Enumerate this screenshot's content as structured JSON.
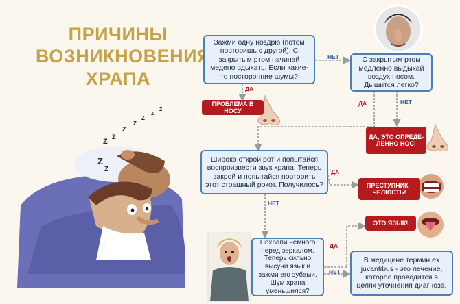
{
  "title": {
    "line1": "ПРИЧИНЫ",
    "line2": "ВОЗНИКНОВЕНИЯ",
    "line3": "ХРАПА"
  },
  "steps": {
    "step1": "Зажми одну ноздрю (потом повторишь с другой). С закрытым ртом начинай медено вдыхать. Если какие-то посторонние шумы?",
    "step2": "С закрытым ртом медленно выдыхай воздух носом. Дышится легко?",
    "step3": "Широко открой рот и попытайся воспроизвести звук храпа. Теперь закрой и попытайся повторить этот страшный рокот. Получилось?",
    "step4": "Похрапи немного перед зеркалом. Теперь сильно высуни язык и зажми его зубами. Шум храпа уменьшился?",
    "step5": "В медицине термин ex juvantibus - это лечение, которое проводится в целях уточнения диагноза."
  },
  "results": {
    "nose": "ПРОБЛЕМА В НОСУ",
    "definitely_nose": "ДА, ЭТО ОПРЕДЕ- ЛЕННО НОС!",
    "jaw": "ПРЕСТУПНИК - ЧЕЛЮСТЬ!",
    "tongue": "ЭТО ЯЗЫК!"
  },
  "labels": {
    "yes": "ДА",
    "no": "НЕТ"
  },
  "snore_letters": "z z z Z",
  "colors": {
    "title_gold": "#c6a247",
    "box_fill": "#e8f1fa",
    "box_border": "#4d7fb6",
    "result_red": "#b51a1d",
    "yes_red": "#b51a1d",
    "no_blue": "#2f5fa1",
    "background": "#fbf7ee"
  }
}
